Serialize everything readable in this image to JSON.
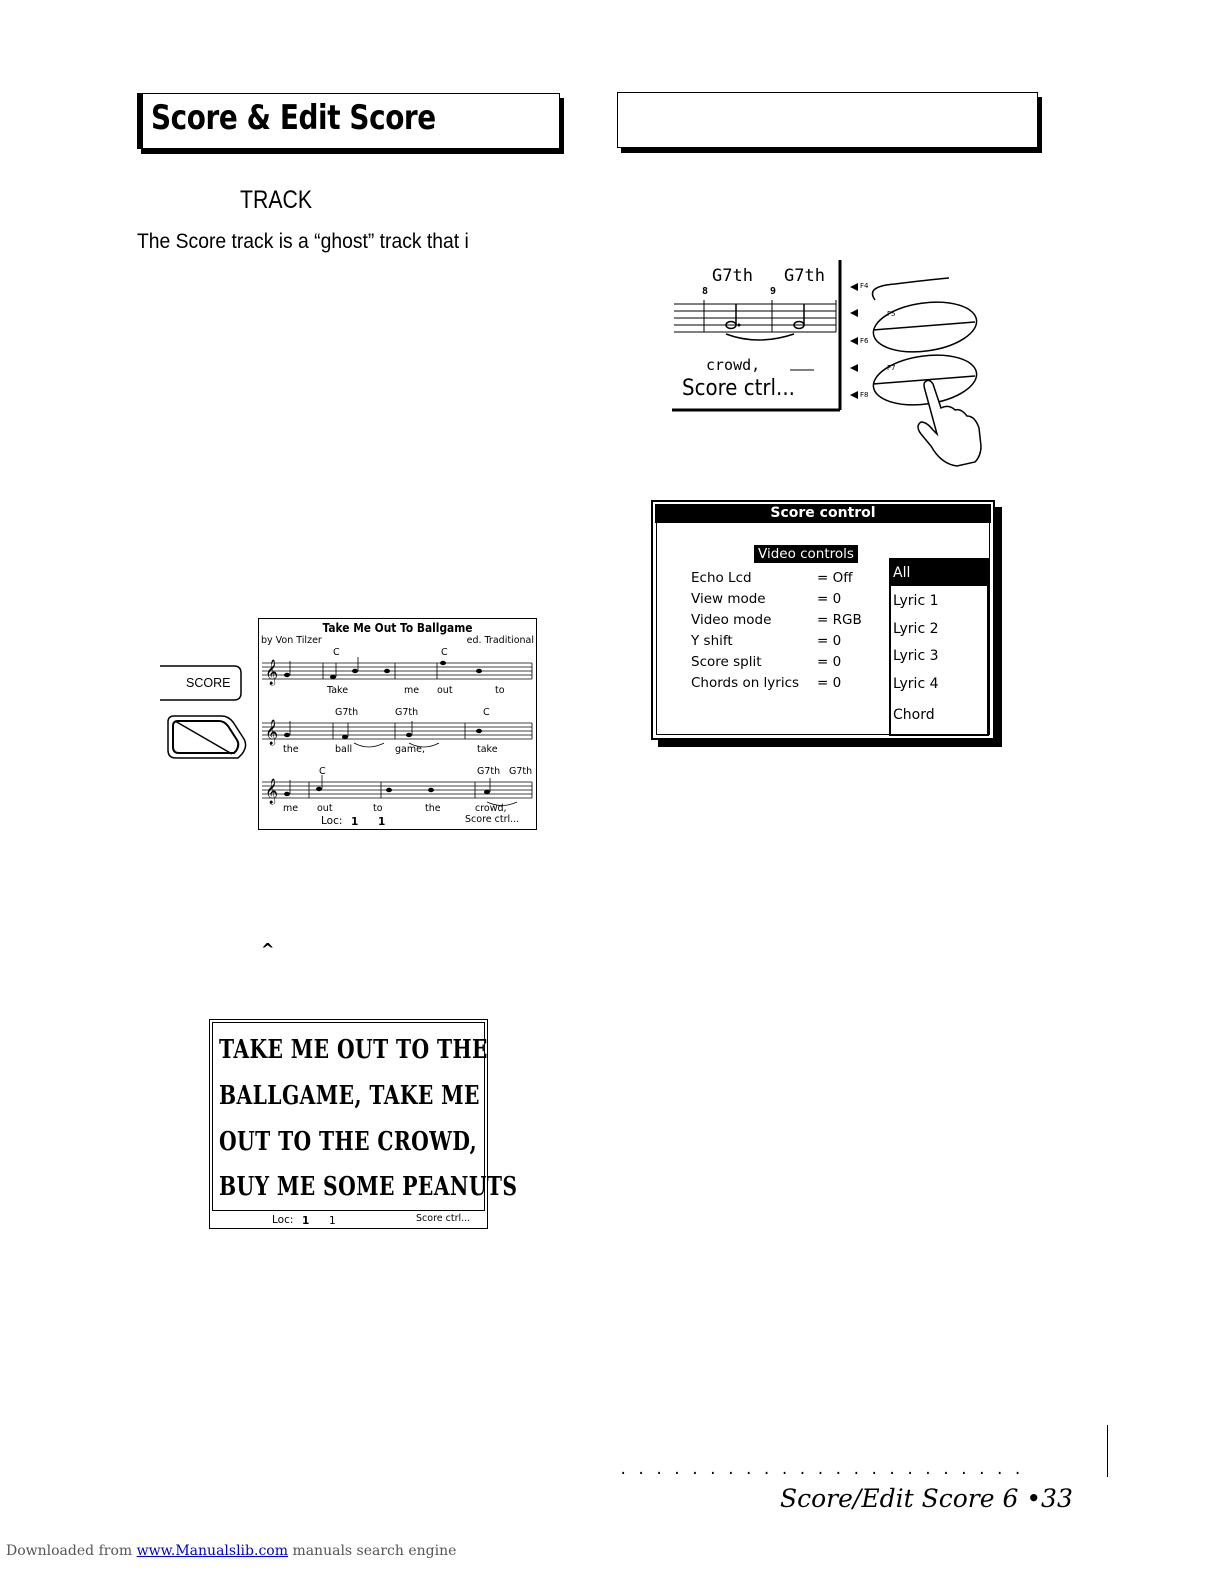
{
  "header": {
    "left_title": "Score & Edit Score",
    "right_title": ""
  },
  "left": {
    "track_label": "TRACK",
    "intro_text": "The Score track is a “ghost” track that i",
    "score_button_label": "SCORE",
    "caret_symbol": "^"
  },
  "score_screen": {
    "title": "Take Me Out To Ballgame",
    "composer": "by Von Tilzer",
    "arranger": "ed. Traditional",
    "chords_row1": [
      "C",
      "C"
    ],
    "lyrics_row1": [
      "Take",
      "me",
      "out",
      "to"
    ],
    "chords_row2": [
      "G7th",
      "G7th",
      "C"
    ],
    "lyrics_row2": [
      "the",
      "ball",
      "game,",
      "take"
    ],
    "chords_row3": [
      "C",
      "G7th",
      "G7th"
    ],
    "lyrics_row3": [
      "me",
      "out",
      "to",
      "the",
      "crowd,"
    ],
    "loc_label": "Loc:",
    "loc_values": [
      "1",
      "1"
    ],
    "score_ctrl": "Score ctrl..."
  },
  "zoom_screen": {
    "chords": [
      "G7th",
      "G7th"
    ],
    "bar_numbers": [
      "8",
      "9"
    ],
    "lyric": "crowd,",
    "score_ctrl": "Score ctrl...",
    "fkeys": [
      "F4",
      "F5",
      "F6",
      "F7",
      "F8"
    ]
  },
  "score_control": {
    "title": "Score control",
    "section_label": "Video controls",
    "rows": [
      {
        "label": "Echo Lcd",
        "value": "= Off"
      },
      {
        "label": "View mode",
        "value": "= 0"
      },
      {
        "label": "Video mode",
        "value": "= RGB"
      },
      {
        "label": "Y shift",
        "value": "= 0"
      },
      {
        "label": "Score split",
        "value": "= 0"
      },
      {
        "label": "Chords on lyrics",
        "value": "= 0"
      }
    ],
    "list_items": [
      "All",
      "Lyric 1",
      "Lyric 2",
      "Lyric 3",
      "Lyric 4",
      "Chord"
    ],
    "selected_item": "All"
  },
  "lyrics_screen": {
    "lines": [
      "TAKE ME OUT TO THE",
      "BALLGAME, TAKE ME",
      "OUT TO THE CROWD,",
      "BUY ME SOME PEANUTS"
    ],
    "loc_label": "Loc:",
    "loc_values": [
      "1",
      "1"
    ],
    "score_ctrl": "Score ctrl..."
  },
  "footer": {
    "page_label": "Score/Edit Score   6 •33",
    "downloaded_prefix": "Downloaded from",
    "downloaded_link": "www.Manualslib.com",
    "downloaded_suffix": "manuals search engine"
  }
}
